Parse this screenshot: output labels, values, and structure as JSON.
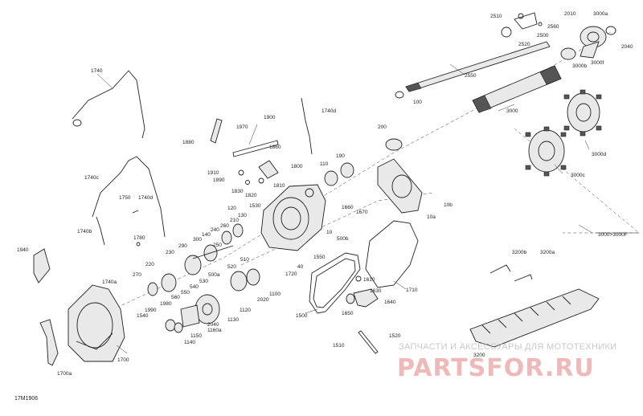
{
  "diagram_code": "17M1906",
  "watermark": {
    "tagline": "ЗАПЧАСТИ И АКСЕССУАРЫ ДЛЯ МОТОТЕХНИКИ",
    "brand": "PARTSFOR.RU"
  },
  "callouts": {
    "c2510": "2510",
    "c2560": "2560",
    "c2500": "2500",
    "c2520": "2520",
    "c2010": "2010",
    "c3000a": "3000a",
    "c2040": "2040",
    "c3000f": "3000f",
    "c3000b": "3000b",
    "c2550": "2550",
    "c100": "100",
    "c3000": "3000",
    "c1740": "1740",
    "c1740d_top": "1740d",
    "c200": "200",
    "c1900": "1900",
    "c1970": "1970",
    "c1860": "1860",
    "c1880": "1880",
    "c3000d": "3000d",
    "c3000c": "3000c",
    "c190": "190",
    "c110": "110",
    "c1800": "1800",
    "c1910": "1910",
    "c1890": "1890",
    "c1810": "1810",
    "c1830": "1830",
    "c1820": "1820",
    "c1740c": "1740c",
    "c1750": "1750",
    "c1740d_mid": "1740d",
    "c120": "120",
    "c1530": "1530",
    "c130": "130",
    "c10b": "10b",
    "c210": "210",
    "c1660": "1660",
    "c1670": "1670",
    "c10a": "10a",
    "c260": "260",
    "c240": "240",
    "c1740b": "1740b",
    "c140": "140",
    "c10": "10",
    "c500b": "500b",
    "c1780": "1780",
    "c290": "290",
    "c250": "250",
    "c300": "300",
    "c510": "510",
    "c1550": "1550",
    "c3000_3000f": "3000>3000F",
    "c1940": "1940",
    "c230": "230",
    "c40": "40",
    "c3200b": "3200b",
    "c3200a": "3200a",
    "c520": "520",
    "c500a": "500a",
    "c220": "220",
    "c1720": "1720",
    "c270": "270",
    "c530": "530",
    "c1610": "1610",
    "c1740a": "1740a",
    "c540": "540",
    "c1710": "1710",
    "c550": "550",
    "c1100": "1100",
    "c2020": "2020",
    "c560": "560",
    "c1630": "1630",
    "c1640": "1640",
    "c1980": "1980",
    "c1990": "1990",
    "c1500": "1500",
    "c1540": "1540",
    "c1120": "1120",
    "c1650": "1650",
    "c2040b": "2040",
    "c1160a": "1160a",
    "c1130": "1130",
    "c1150": "1150",
    "c1140": "1140",
    "c1520": "1520",
    "c1510": "1510",
    "c1700": "1700",
    "c3200": "3200",
    "c1700a": "1700a"
  }
}
